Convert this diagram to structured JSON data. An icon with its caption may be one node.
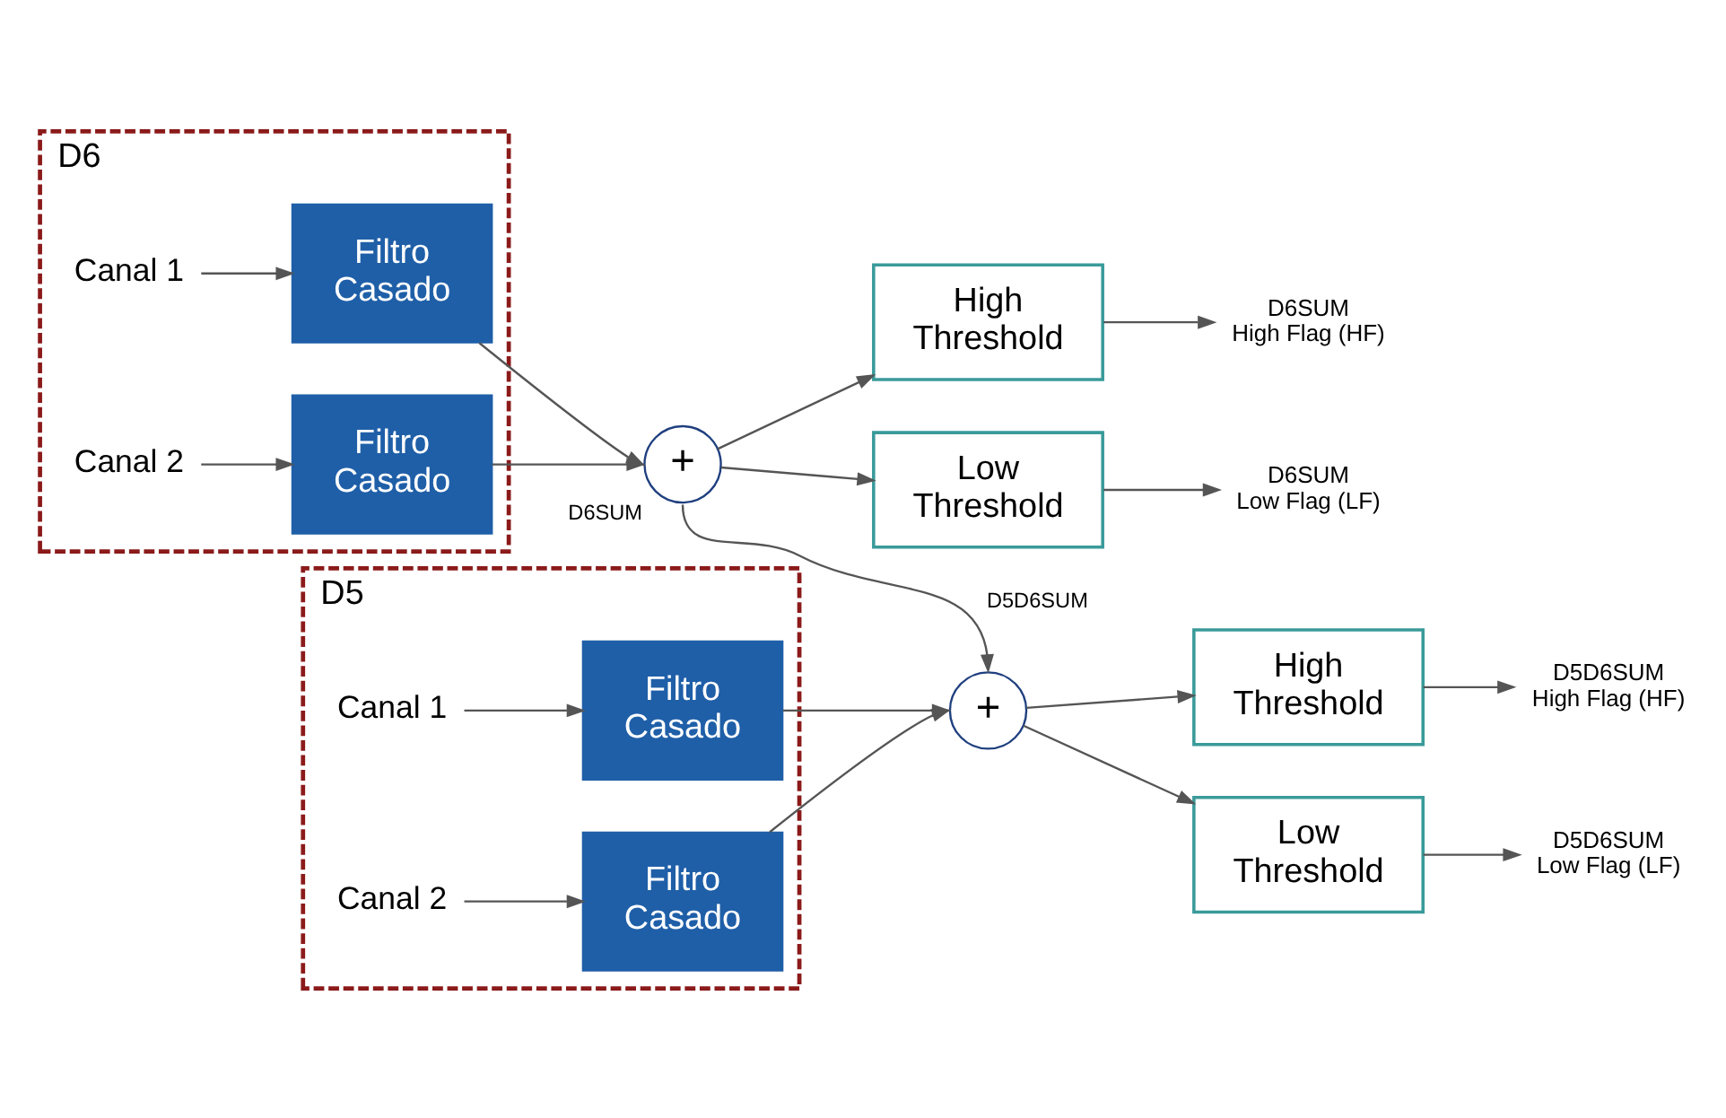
{
  "diagram": {
    "nodes": [
      {
        "text": [
          "D6"
        ]
      },
      {
        "text": [
          "Canal 1"
        ],
        "in": 0
      },
      {
        "text": [
          "Filtro Casado"
        ],
        "in": 0
      },
      {
        "text": [
          "Canal 2"
        ],
        "in": 0
      },
      {
        "text": [
          "Filtro Casado"
        ],
        "in": 0
      },
      {
        "text": [
          "D5"
        ]
      },
      {
        "text": [
          "Canal 1"
        ],
        "in": 5
      },
      {
        "text": [
          "Filtro Casado"
        ],
        "in": 5
      },
      {
        "text": [
          "Canal 2"
        ],
        "in": 5
      },
      {
        "text": [
          "Filtro Casado"
        ],
        "in": 5
      },
      {
        "text": [
          "+"
        ],
        "beside": [
          "D6SUM"
        ]
      },
      {
        "text": [
          "+"
        ],
        "beside": [
          "D5D6SUM"
        ]
      },
      {
        "text": [
          "High Threshold"
        ]
      },
      {
        "text": [
          "Low Threshold"
        ]
      },
      {
        "text": [
          "High Threshold"
        ]
      },
      {
        "text": [
          "Low Threshold"
        ]
      },
      {
        "text": [
          "D6SUM High Flag (HF)"
        ]
      },
      {
        "text": [
          "D6SUM Low Flag (LF)"
        ]
      },
      {
        "text": [
          "D5D6SUM High Flag (HF)"
        ]
      },
      {
        "text": [
          "D5D6SUM Low Flag (LF)"
        ]
      }
    ],
    "edges": [
      {
        "from": 1,
        "to": 2,
        "arrow": "to"
      },
      {
        "from": 3,
        "to": 4,
        "arrow": "to"
      },
      {
        "from": 2,
        "to": 10,
        "arrow": "to"
      },
      {
        "from": 4,
        "to": 10,
        "arrow": "to"
      },
      {
        "from": 6,
        "to": 7,
        "arrow": "to"
      },
      {
        "from": 8,
        "to": 9,
        "arrow": "to"
      },
      {
        "from": 7,
        "to": 11,
        "arrow": "to"
      },
      {
        "from": 9,
        "to": 11,
        "arrow": "to"
      },
      {
        "from": 10,
        "to": 11,
        "arrow": "to"
      },
      {
        "from": 10,
        "to": 12,
        "arrow": "to"
      },
      {
        "from": 10,
        "to": 13,
        "arrow": "to"
      },
      {
        "from": 11,
        "to": 14,
        "arrow": "to"
      },
      {
        "from": 11,
        "to": 15,
        "arrow": "to"
      },
      {
        "from": 12,
        "to": 16,
        "arrow": "to"
      },
      {
        "from": 13,
        "to": 17,
        "arrow": "to"
      },
      {
        "from": 14,
        "to": 18,
        "arrow": "to"
      },
      {
        "from": 15,
        "to": 19,
        "arrow": "to"
      }
    ]
  }
}
